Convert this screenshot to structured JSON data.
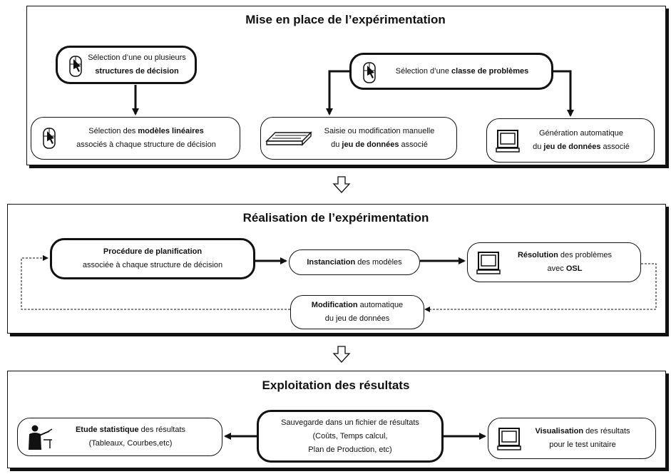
{
  "panel1": {
    "title": "Mise en place de l’expérimentation",
    "node_structures": {
      "l1": "Sélection d’une ou plusieurs",
      "l2": "structures de décision"
    },
    "node_classe": {
      "a": "Sélection d’une ",
      "b": "classe de problèmes"
    },
    "node_modeles": {
      "a": "Sélection des ",
      "b": "modèles linéaires",
      "l2": "associés à chaque structure de décision"
    },
    "node_saisie": {
      "l1": "Saisie ou modification manuelle",
      "a": "du ",
      "b": "jeu de données",
      "c": " associé"
    },
    "node_generation": {
      "l1": "Génération automatique",
      "a": "du ",
      "b": "jeu de données",
      "c": " associé"
    }
  },
  "panel2": {
    "title": "Réalisation de l’expérimentation",
    "node_procedure": {
      "l1": "Procédure de planification",
      "l2": "associée à chaque structure de décision"
    },
    "node_instanciation": {
      "b": "Instanciation",
      "a": " des modèles"
    },
    "node_resolution": {
      "b": "Résolution",
      "a": " des problèmes",
      "l2a": "avec ",
      "l2b": "OSL"
    },
    "node_modification": {
      "b": "Modification",
      "a": " automatique",
      "l2": "du jeu de données"
    }
  },
  "panel3": {
    "title": "Exploitation des résultats",
    "node_etude": {
      "b": "Etude statistique",
      "a": " des résultats",
      "l2": "(Tableaux, Courbes,etc)"
    },
    "node_sauvegarde": {
      "l1": "Sauvegarde dans un fichier de résultats",
      "l2": "(Coûts, Temps calcul,",
      "l3": "Plan de Production, etc)"
    },
    "node_visualisation": {
      "b": "Visualisation",
      "a": " des résultats",
      "l2": "pour le test unitaire"
    }
  },
  "icons": [
    "mouse-icon",
    "keyboard-icon",
    "computer-icon",
    "presenter-icon"
  ]
}
